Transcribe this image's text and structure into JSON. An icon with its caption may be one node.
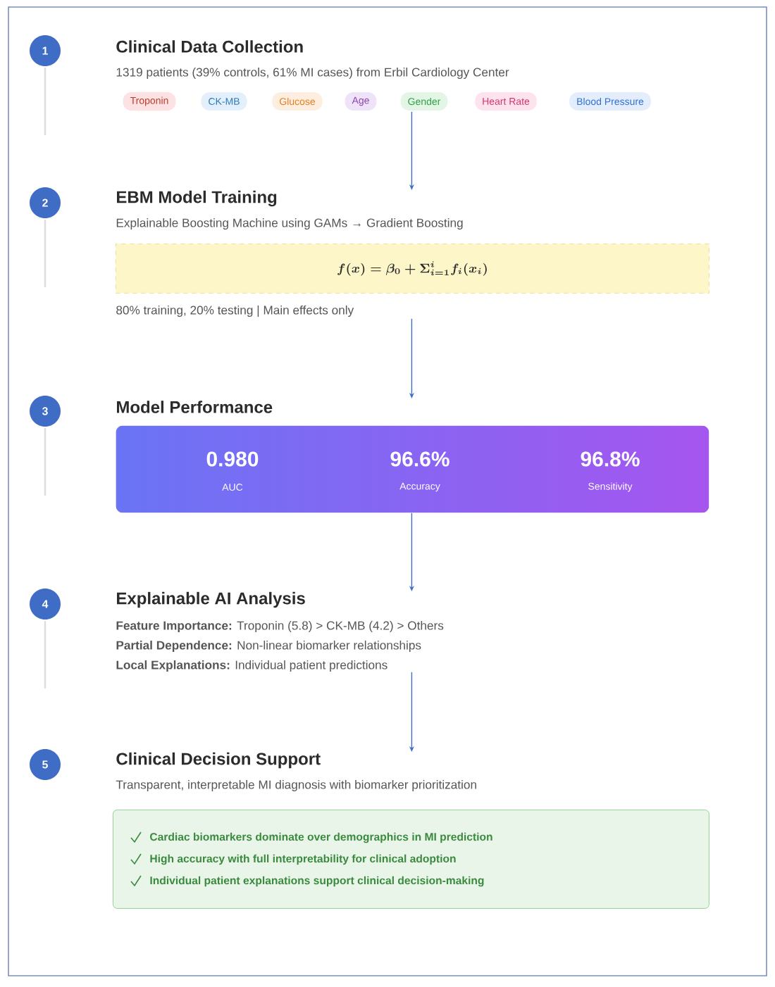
{
  "diagram": {
    "nodes": [
      {
        "text": [
          "1"
        ]
      },
      {
        "text": [
          "Clinical Data Collection",
          "1319 patients (39% controls, 61% MI cases) from Erbil Cardiology Center"
        ]
      },
      {
        "text": [
          "Troponin"
        ],
        "in": 1
      },
      {
        "text": [
          "CK-MB"
        ],
        "in": 1
      },
      {
        "text": [
          "Glucose"
        ],
        "in": 1
      },
      {
        "text": [
          "Age"
        ],
        "in": 1
      },
      {
        "text": [
          "Gender"
        ],
        "in": 1
      },
      {
        "text": [
          "Heart Rate"
        ],
        "in": 1
      },
      {
        "text": [
          "Blood Pressure"
        ],
        "in": 1
      },
      {
        "text": [
          "2"
        ]
      },
      {
        "text": [
          "EBM Model Training",
          "Explainable Boosting Machine using GAMs → Gradient Boosting",
          "80% training, 20% testing | Main effects only"
        ]
      },
      {
        "text": [
          "f(x) = \\beta_0 + \\Sigma_{i=1}^{i} f_i(x_i)"
        ],
        "in": 10
      },
      {
        "text": [
          "3"
        ]
      },
      {
        "text": [
          "Model Performance"
        ]
      },
      {
        "text": [
          "0.980",
          "AUC",
          "96.6%",
          "Accuracy",
          "96.8%",
          "Sensitivity"
        ],
        "in": 13
      },
      {
        "text": [
          "4"
        ]
      },
      {
        "text": [
          "Explainable AI Analysis",
          "**Feature Importance:** Troponin (5.8) > CK-MB (4.2) > Others",
          "**Partial Dependence:** Non-linear biomarker relationships",
          "**Local Explanations:** Individual patient predictions"
        ]
      },
      {
        "text": [
          "5"
        ]
      },
      {
        "text": [
          "Clinical Decision Support",
          "Transparent, interpretable MI diagnosis with biomarker prioritization"
        ]
      },
      {
        "text": [
          "Cardiac biomarkers dominate over demographics in MI prediction",
          "High accuracy with full interpretability for clinical adoption",
          "Individual patient explanations support clinical decision-making"
        ],
        "in": 18
      }
    ],
    "edges": [
      {
        "from": 1,
        "to": 10,
        "arrow": "to"
      },
      {
        "from": 10,
        "to": 13,
        "arrow": "to"
      },
      {
        "from": 13,
        "to": 16,
        "arrow": "to"
      },
      {
        "from": 16,
        "to": 18,
        "arrow": "to"
      }
    ]
  }
}
